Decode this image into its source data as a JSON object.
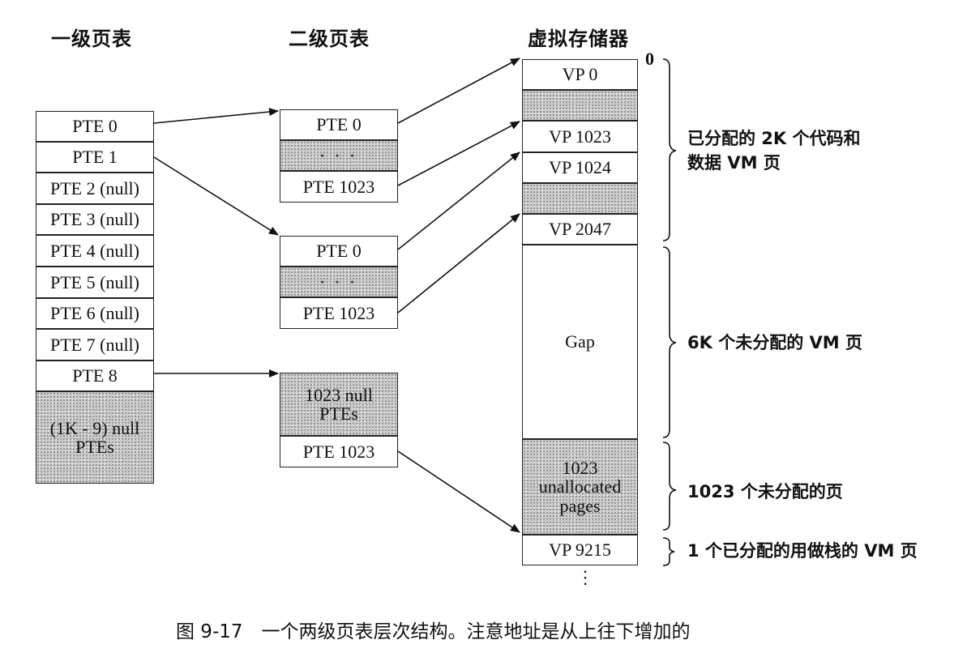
{
  "headings": {
    "level1": "一级页表",
    "level2": "二级页表",
    "vm": "虚拟存储器"
  },
  "level1_table": {
    "rows": [
      "PTE 0",
      "PTE 1",
      "PTE 2 (null)",
      "PTE 3 (null)",
      "PTE 4 (null)",
      "PTE 5 (null)",
      "PTE 6 (null)",
      "PTE 7 (null)",
      "PTE 8"
    ],
    "null_block": "(1K - 9) null PTEs"
  },
  "level2_tables": [
    {
      "first": "PTE 0",
      "middle": "· · ·",
      "last": "PTE 1023"
    },
    {
      "first": "PTE 0",
      "middle": "· · ·",
      "last": "PTE 1023"
    },
    {
      "null_block": "1023 null PTEs",
      "last": "PTE 1023"
    }
  ],
  "vm": {
    "start_address": "0",
    "cells": [
      "VP 0",
      "VP 1023",
      "VP 1024",
      "VP 2047",
      "Gap",
      "1023 unallocated pages",
      "VP 9215"
    ],
    "more": "⋮"
  },
  "annotations": {
    "allocated": "已分配的 2K 个代码和\n数据 VM 页",
    "gap": "6K 个未分配的 VM 页",
    "unallocated": "1023 个未分配的页",
    "stack": "1 个已分配的用做栈的 VM 页"
  },
  "caption": "图 9-17　一个两级页表层次结构。注意地址是从上往下增加的"
}
